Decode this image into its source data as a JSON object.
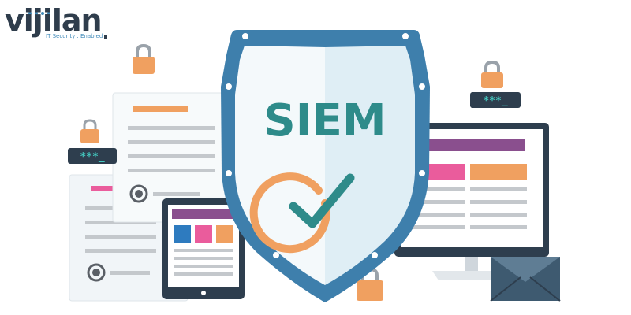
{
  "logo": {
    "wordmark": "vijilan",
    "tagline": "IT Security . Enabled"
  },
  "shield": {
    "label": "SIEM"
  },
  "password_badges": {
    "top_right": "***_",
    "left": "***_"
  },
  "colors": {
    "shield_border": "#3e7fac",
    "shield_fill_left": "#f4f9fb",
    "shield_fill_right": "#dfeef5",
    "teal": "#2e8b8a",
    "orange": "#f0a060",
    "purple": "#8a4f8e",
    "pink": "#ea5c9c",
    "blue": "#2e7bbf",
    "dark": "#2e3e4e",
    "gray_line": "#c4c8cc"
  },
  "icons": [
    "padlock-icon",
    "checkmark-icon",
    "envelope-icon",
    "radio-icon"
  ]
}
